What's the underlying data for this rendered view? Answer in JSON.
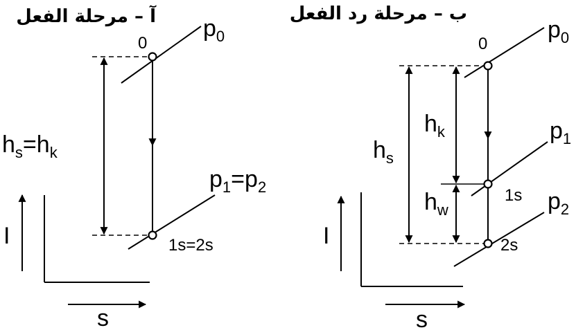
{
  "panel_a": {
    "title": "آ – مرحلة الفعل",
    "p0": {
      "base": "p",
      "sub": "0"
    },
    "p12": {
      "base1": "p",
      "sub1": "1",
      "eq": "=",
      "base2": "p",
      "sub2": "2"
    },
    "point_top": "0",
    "point_bottom": "1s=2s",
    "hs_hk": {
      "h1": "h",
      "s1": "s",
      "eq": "=",
      "h2": "h",
      "s2": "k"
    },
    "axis_i": "I",
    "axis_s": "s"
  },
  "panel_b": {
    "title": "ب – مرحلة رد الفعل",
    "p0": {
      "base": "p",
      "sub": "0"
    },
    "p1": {
      "base": "p",
      "sub": "1"
    },
    "p2": {
      "base": "p",
      "sub": "2"
    },
    "point_top": "0",
    "point_mid": "1s",
    "point_bottom": "2s",
    "hs": {
      "h": "h",
      "s": "s"
    },
    "hk": {
      "h": "h",
      "s": "k"
    },
    "hw": {
      "h": "h",
      "s": "w"
    },
    "axis_i": "I",
    "axis_s": "s"
  }
}
